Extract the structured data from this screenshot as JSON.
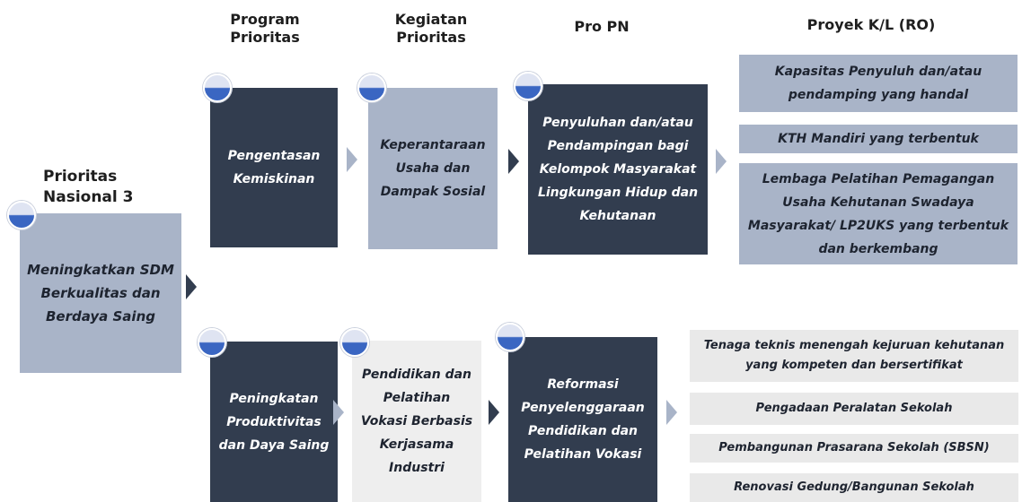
{
  "headers": {
    "program": "Program Prioritas",
    "kegiatan": "Kegiatan Prioritas",
    "pro_pn": "Pro PN",
    "proyek": "Proyek K/L (RO)"
  },
  "prioritas_nasional": {
    "title": "Prioritas Nasional 3",
    "box": "Meningkatkan SDM Berkualitas dan Berdaya Saing"
  },
  "top": {
    "program": "Pengentasan Kemiskinan",
    "kegiatan": "Keperantaraan Usaha dan Dampak Sosial",
    "pro_pn": "Penyuluhan dan/atau Pendampingan bagi Kelompok Masyarakat Lingkungan Hidup dan Kehutanan",
    "ro": [
      "Kapasitas Penyuluh dan/atau pendamping yang handal",
      "KTH Mandiri yang terbentuk",
      "Lembaga Pelatihan Pemagangan Usaha Kehutanan Swadaya Masyarakat/ LP2UKS yang terbentuk dan berkembang"
    ]
  },
  "bottom": {
    "program": "Peningkatan Produktivitas dan Daya Saing",
    "kegiatan": "Pendidikan dan Pelatihan Vokasi Berbasis Kerjasama Industri",
    "pro_pn": "Reformasi Penyelenggaraan Pendidikan dan Pelatihan Vokasi",
    "ro": [
      "Tenaga teknis menengah kejuruan kehutanan yang kompeten dan bersertifikat",
      "Pengadaan Peralatan Sekolah",
      "Pembangunan  Prasarana Sekolah (SBSN)",
      "Renovasi Gedung/Bangunan Sekolah"
    ]
  },
  "colors": {
    "dark": "#323d4f",
    "light": "#a9b4c8",
    "pale": "#eeeeee",
    "accent": "#3a66c2"
  }
}
